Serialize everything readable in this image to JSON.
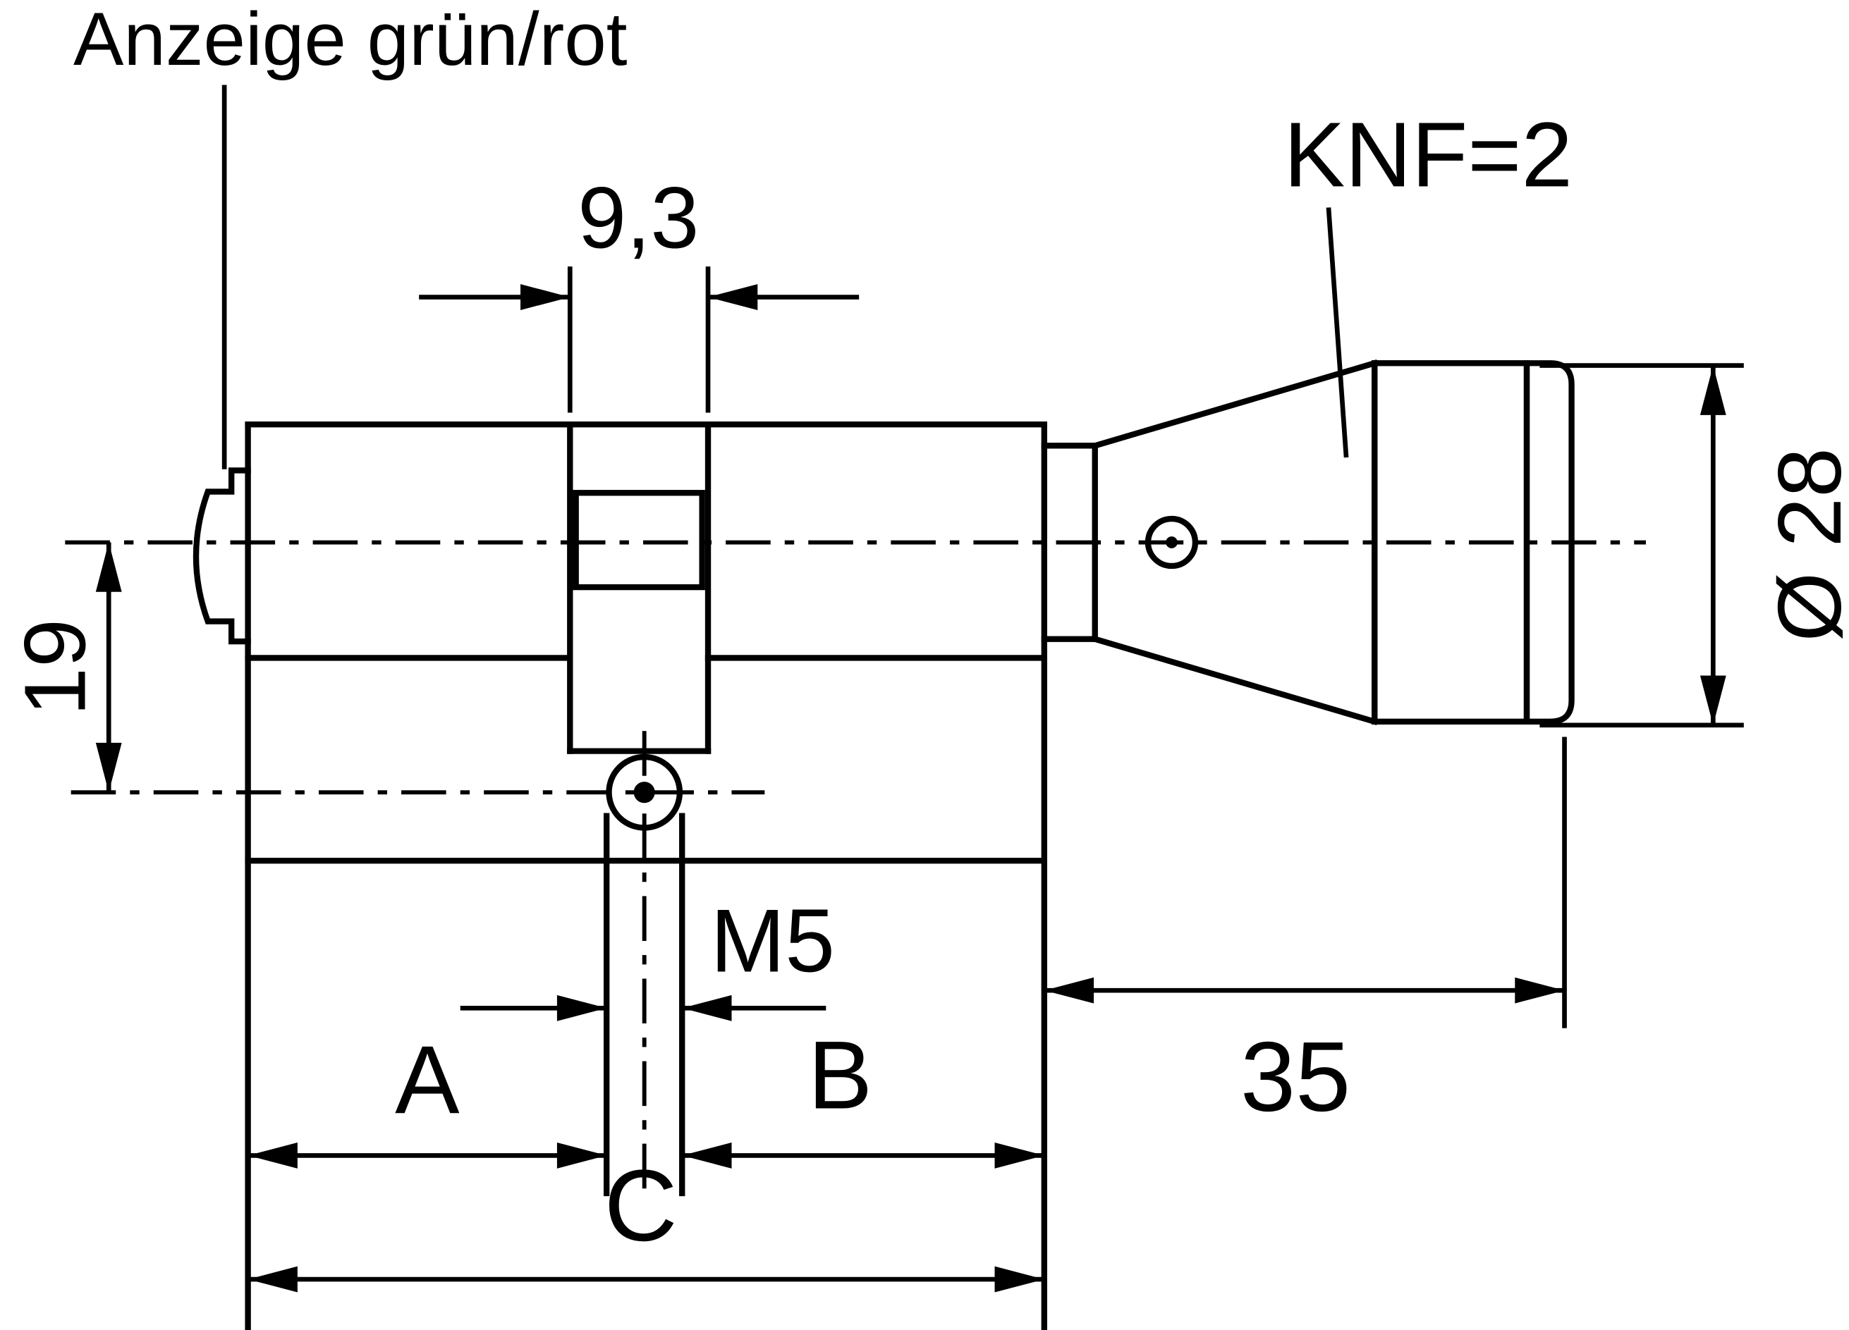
{
  "drawing_labels": {
    "indicator_note": "Anzeige grün/rot",
    "cam_width": "9,3",
    "knob_note": "KNF=2",
    "knob_diameter": "Ø 28",
    "axis_distance": "19",
    "screw_thread": "M5",
    "dim_a": "A",
    "dim_b": "B",
    "dim_c": "C",
    "knob_length": "35"
  },
  "colors": {
    "line": "#000000",
    "background": "#ffffff"
  }
}
